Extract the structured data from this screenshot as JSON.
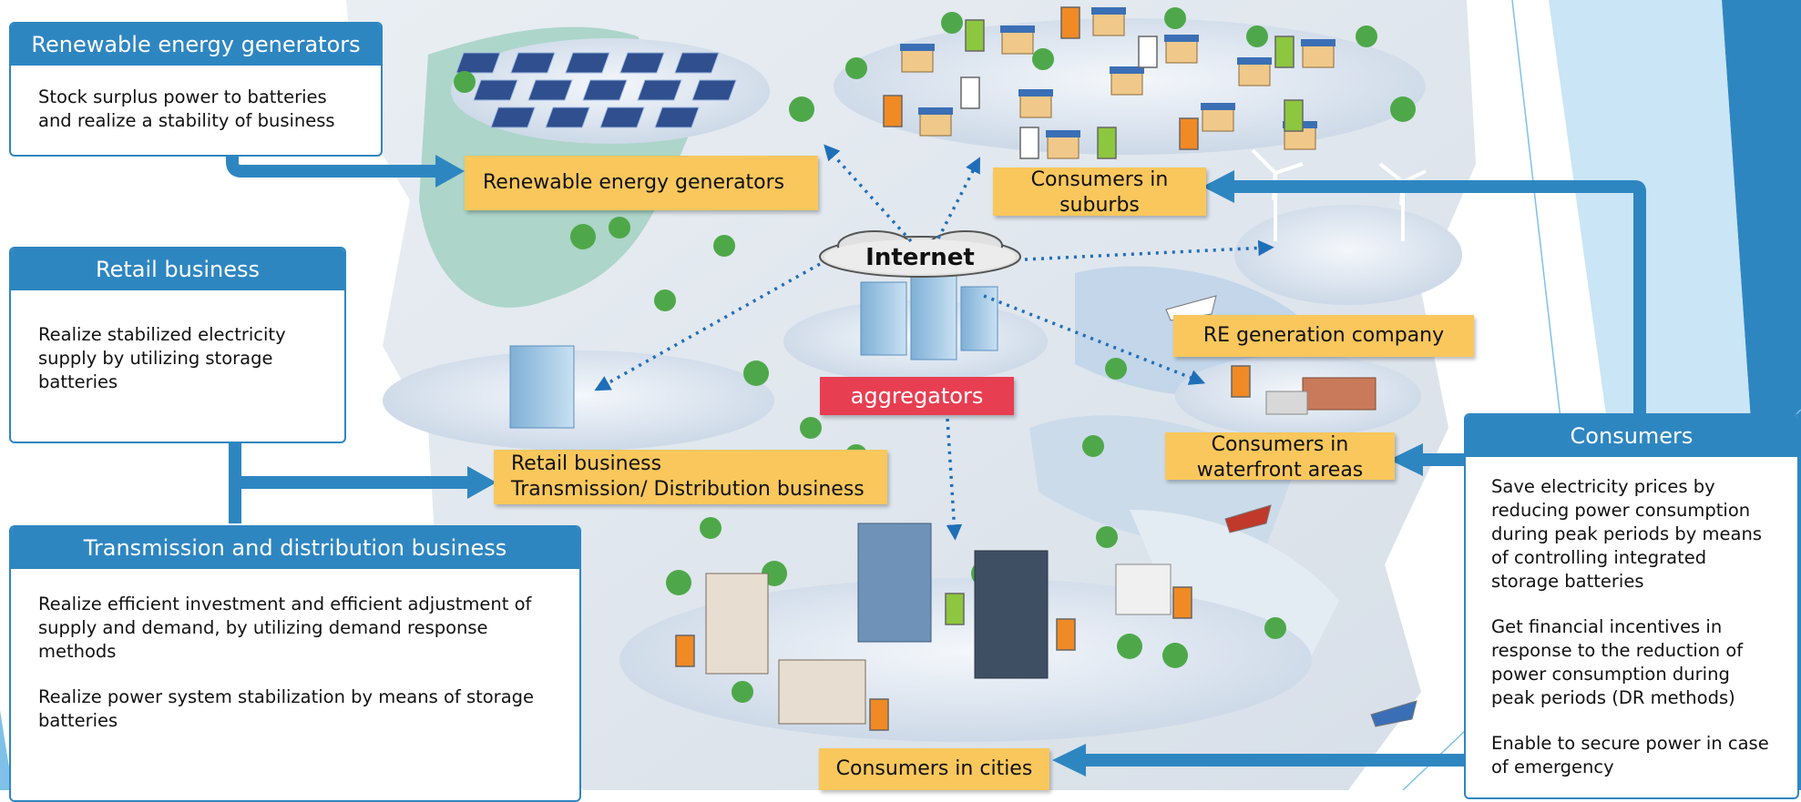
{
  "boxes": {
    "renewable": {
      "title": "Renewable energy generators",
      "lines": [
        "Stock surplus power to batteries",
        "and realize a stability of business"
      ]
    },
    "retail": {
      "title": "Retail business",
      "lines": [
        "Realize stabilized electricity",
        "supply by utilizing storage",
        "batteries"
      ]
    },
    "transmission": {
      "title": "Transmission and distribution business",
      "p1": [
        "Realize efficient investment and efficient adjustment of",
        "supply and demand, by utilizing demand response",
        "methods"
      ],
      "p2": [
        "Realize power system stabilization by means of storage",
        "batteries"
      ]
    },
    "consumers": {
      "title": "Consumers",
      "p1": [
        "Save electricity prices by",
        "reducing power consumption",
        "during peak periods by means",
        "of controlling integrated",
        "storage batteries"
      ],
      "p2": [
        "Get financial incentives in",
        "response to the reduction of",
        "power consumption during",
        "peak periods (DR methods)"
      ],
      "p3": [
        "Enable to secure power in case",
        "of emergency"
      ]
    }
  },
  "map_labels": {
    "renewable_generators": "Renewable energy generators",
    "consumers_suburbs": [
      "Consumers in",
      "suburbs"
    ],
    "internet": "Internet",
    "aggregators": "aggregators",
    "re_company": "RE generation company",
    "waterfront": [
      "Consumers in",
      "waterfront areas"
    ],
    "retail_transmission": [
      "Retail business",
      "Transmission/ Distribution business"
    ],
    "cities": "Consumers in cities"
  },
  "colors": {
    "accent_blue": "#2e86c1",
    "label_yellow": "#f9c75c",
    "aggregator_red": "#e83e52",
    "dotted_link": "#1f6fb8"
  }
}
